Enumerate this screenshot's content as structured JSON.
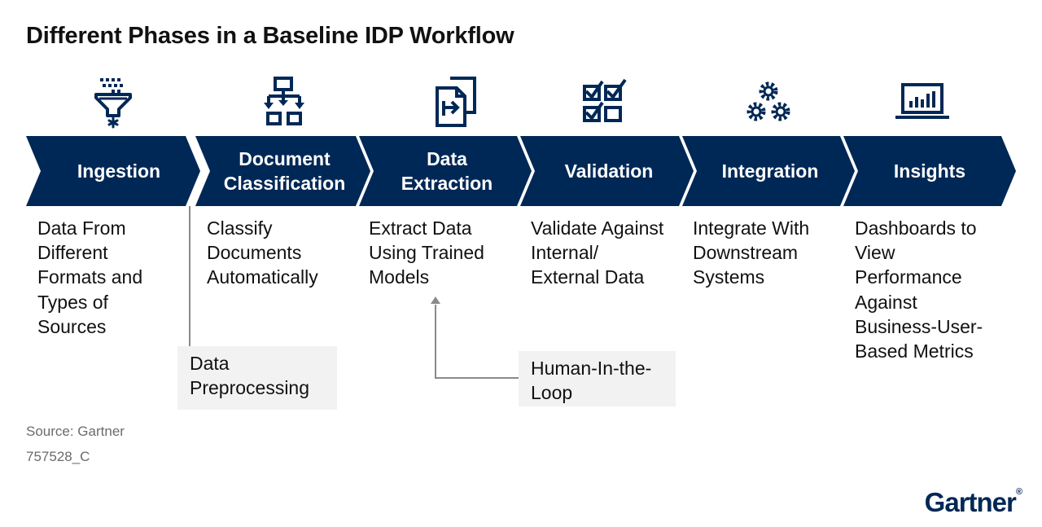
{
  "title": "Different Phases in a Baseline IDP Workflow",
  "colors": {
    "navy": "#002856",
    "callout_bg": "#f2f2f2",
    "connector": "#8a8a8a",
    "muted_text": "#6b6b6b"
  },
  "phases": [
    {
      "label": "Ingestion",
      "icon": "funnel-icon",
      "description": "Data From Different Formats and Types of Sources"
    },
    {
      "label": "Document Classification",
      "icon": "hierarchy-icon",
      "description": "Classify Documents Automatically"
    },
    {
      "label": "Data Extraction",
      "icon": "document-transfer-icon",
      "description": "Extract Data Using Trained Models"
    },
    {
      "label": "Validation",
      "icon": "checklist-icon",
      "description": "Validate Against Internal/ External Data"
    },
    {
      "label": "Integration",
      "icon": "gears-icon",
      "description": "Integrate With Downstream Systems"
    },
    {
      "label": "Insights",
      "icon": "dashboard-monitor-icon",
      "description": "Dashboards to View Performance Against Business-User-Based Metrics"
    }
  ],
  "callouts": {
    "preprocessing": "Data Preprocessing",
    "human_in_loop": "Human-In-the-Loop"
  },
  "source": "Source: Gartner",
  "figure_id": "757528_C",
  "logo": {
    "text": "Gartner",
    "mark": "®"
  }
}
